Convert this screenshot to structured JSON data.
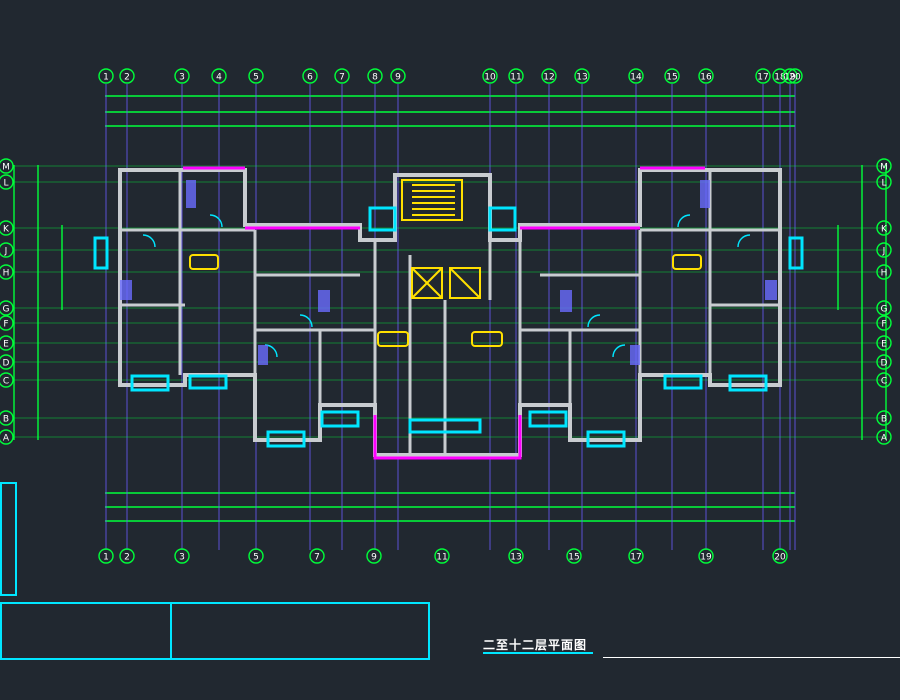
{
  "drawing": {
    "title": "二至十二层平面图",
    "colors": {
      "background": "#212830",
      "axis": "#00ff3a",
      "grid": "#6a5cff",
      "wall": "#c8ccd0",
      "window": "#00e6ff",
      "balcony": "#ff00ff",
      "fixture": "#ffe000",
      "text": "#ffffff"
    }
  },
  "grid_top_labels": [
    "1",
    "2",
    "3",
    "4",
    "5",
    "6",
    "7",
    "8",
    "9",
    "10",
    "11",
    "12",
    "13",
    "14",
    "15",
    "16",
    "17",
    "18",
    "19",
    "20"
  ],
  "grid_bottom_labels": [
    "1",
    "2",
    "3",
    "5",
    "7",
    "9",
    "11",
    "13",
    "15",
    "17",
    "19",
    "20"
  ],
  "grid_left_labels": [
    "M",
    "L",
    "K",
    "J",
    "H",
    "G",
    "F",
    "E",
    "D",
    "C",
    "B",
    "A"
  ],
  "grid_right_labels": [
    "M",
    "L",
    "K",
    "J",
    "H",
    "G",
    "F",
    "E",
    "D",
    "C",
    "B",
    "A"
  ],
  "notes": {
    "left_lines": [
      "",
      "",
      "",
      "",
      ""
    ],
    "right_lines": [
      "",
      "",
      "",
      "",
      ""
    ]
  },
  "icons": {
    "axis_bubble": "grid-axis-bubble-icon",
    "stair": "stair-icon",
    "elevator": "elevator-icon",
    "door": "door-swing-icon"
  }
}
